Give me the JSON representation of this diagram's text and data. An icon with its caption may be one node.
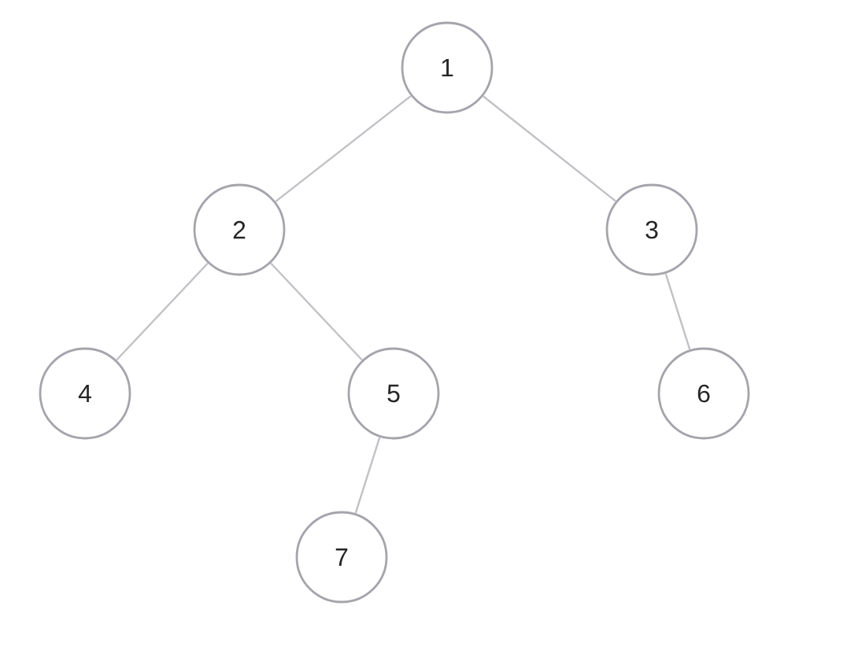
{
  "diagram": {
    "nodes": [
      {
        "text": [
          "1"
        ]
      },
      {
        "text": [
          "2"
        ]
      },
      {
        "text": [
          "3"
        ]
      },
      {
        "text": [
          "4"
        ]
      },
      {
        "text": [
          "5"
        ]
      },
      {
        "text": [
          "6"
        ]
      },
      {
        "text": [
          "7"
        ]
      }
    ],
    "edges": [
      {
        "from": 0,
        "to": 1,
        "arrow": "none"
      },
      {
        "from": 0,
        "to": 2,
        "arrow": "none"
      },
      {
        "from": 1,
        "to": 3,
        "arrow": "none"
      },
      {
        "from": 1,
        "to": 4,
        "arrow": "none"
      },
      {
        "from": 2,
        "to": 5,
        "arrow": "none"
      },
      {
        "from": 4,
        "to": 6,
        "arrow": "none"
      }
    ]
  }
}
